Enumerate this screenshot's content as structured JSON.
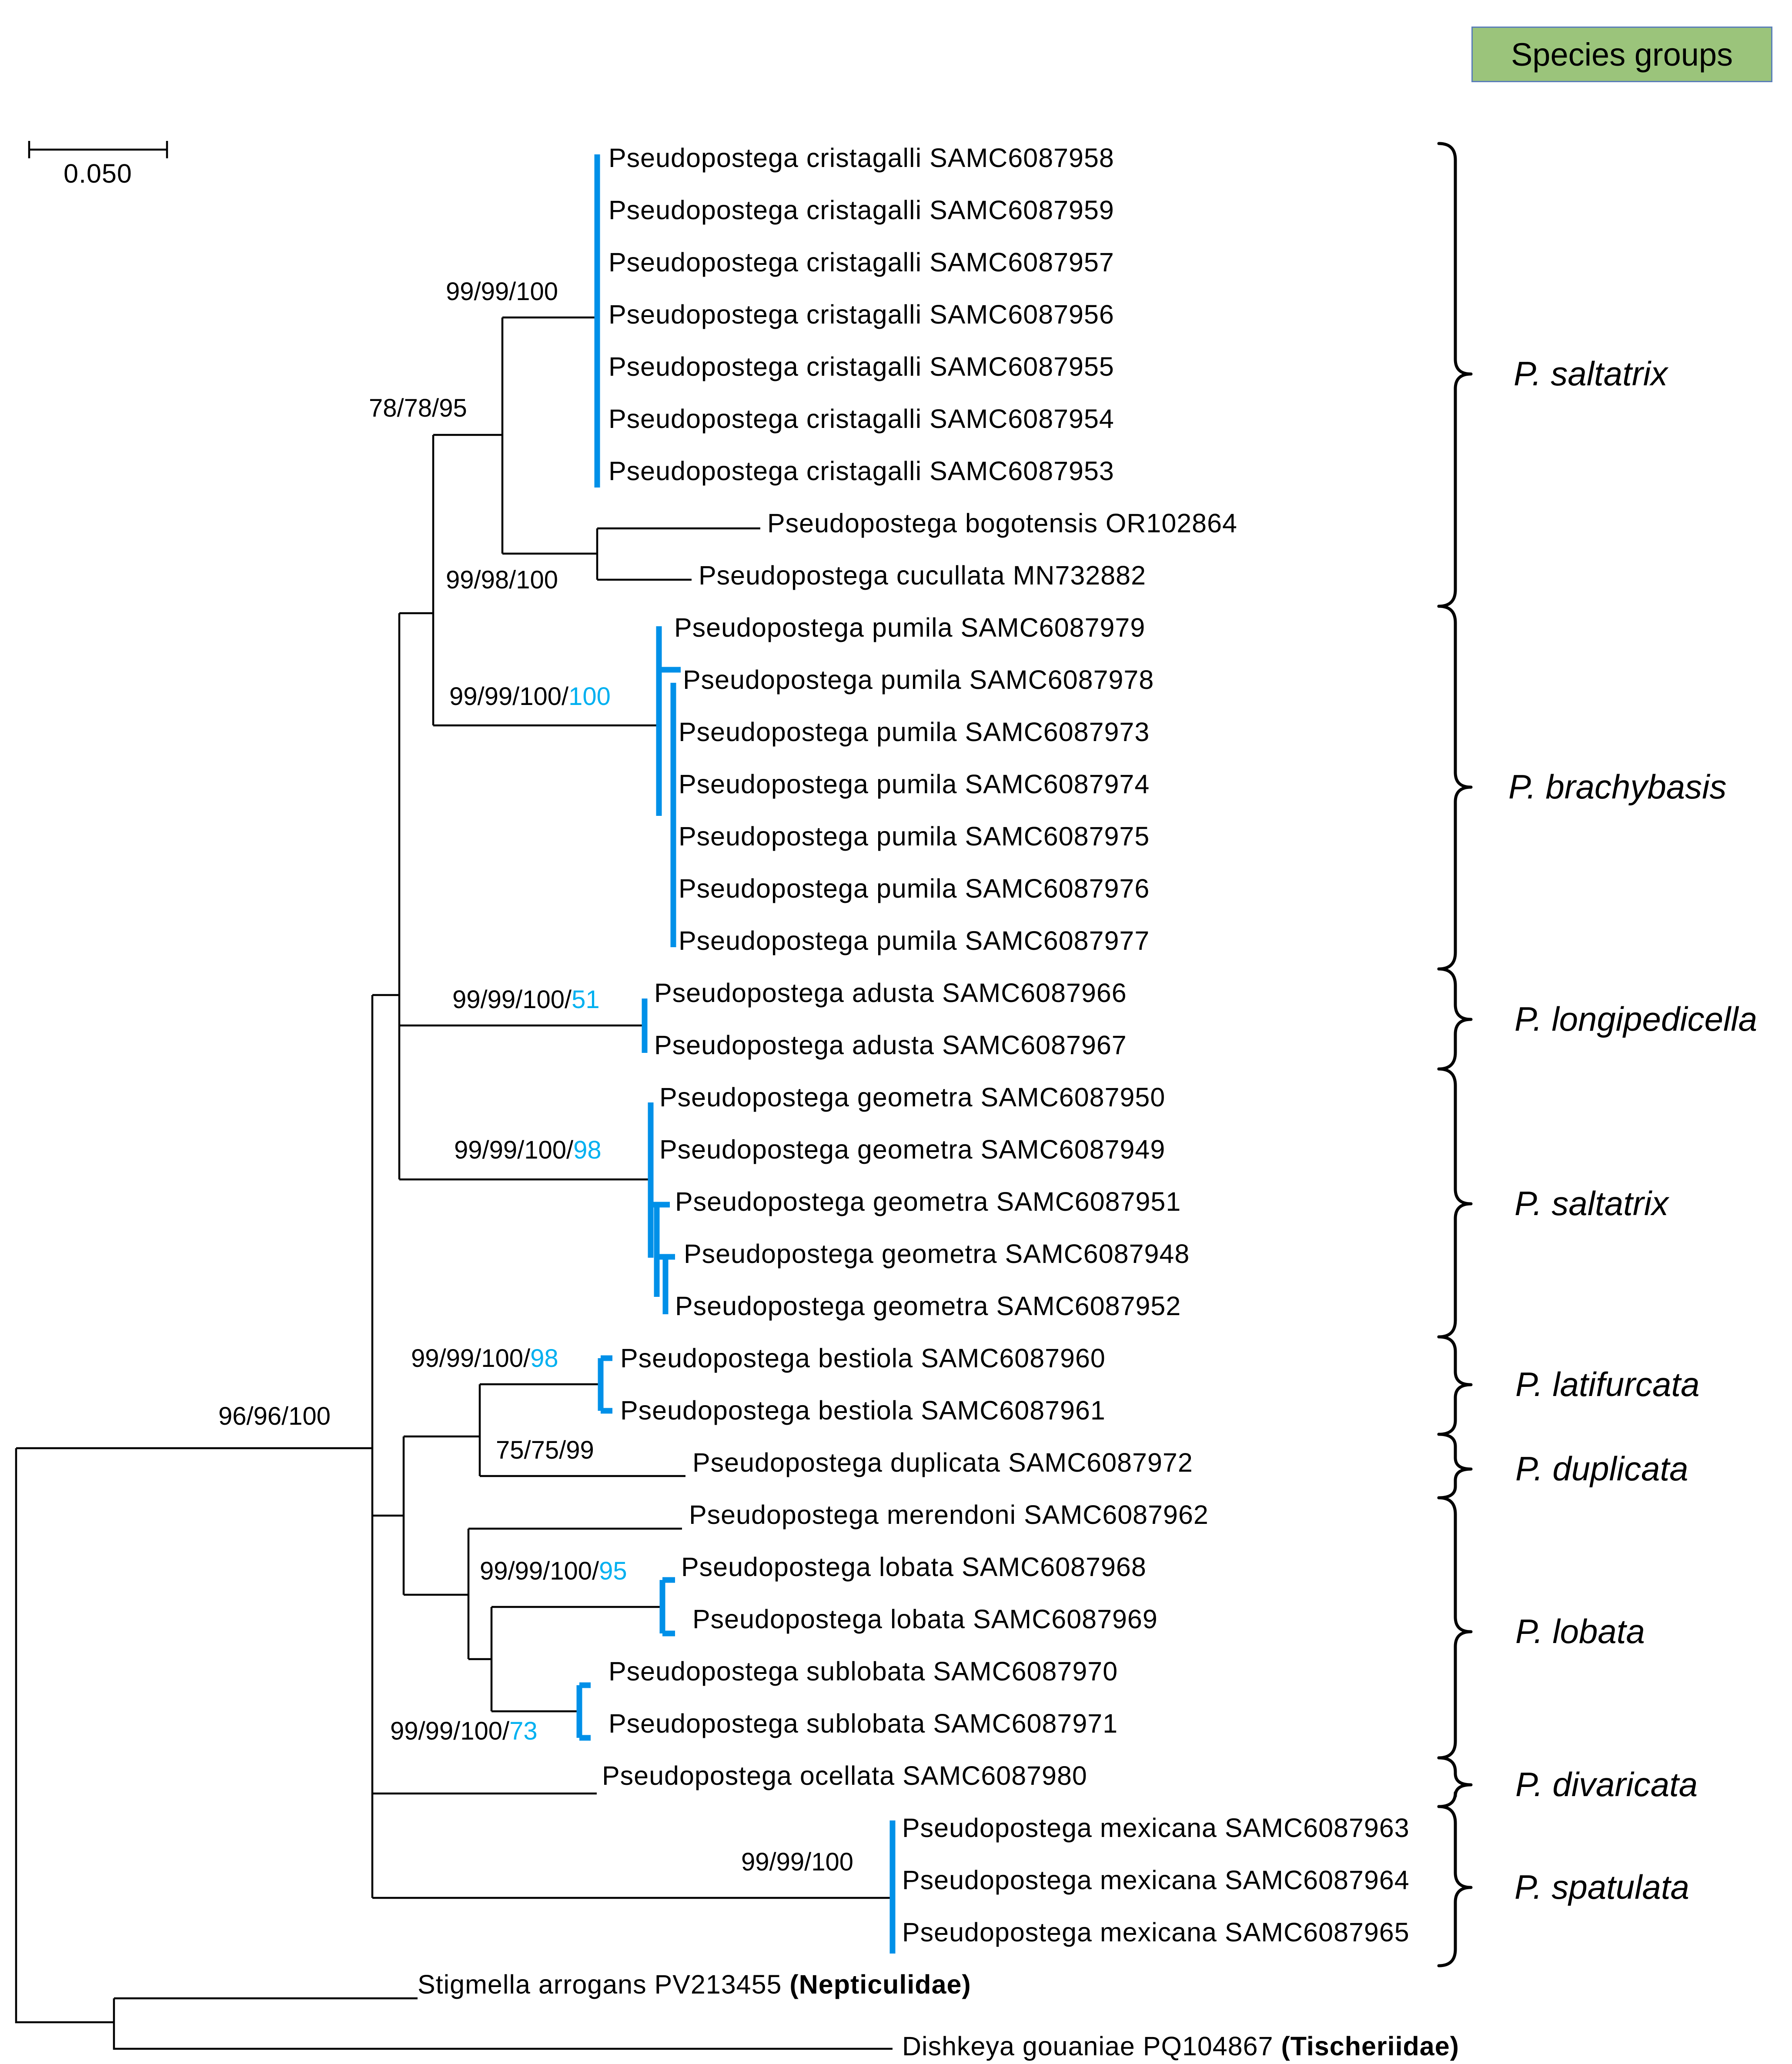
{
  "legend": {
    "title": "Species groups"
  },
  "scale_bar": {
    "label": "0.050",
    "value": 0.05
  },
  "taxa": [
    {
      "label": "Pseudopostega cristagalli SAMC6087958"
    },
    {
      "label": "Pseudopostega cristagalli SAMC6087959"
    },
    {
      "label": "Pseudopostega cristagalli SAMC6087957"
    },
    {
      "label": "Pseudopostega cristagalli SAMC6087956"
    },
    {
      "label": "Pseudopostega cristagalli SAMC6087955"
    },
    {
      "label": "Pseudopostega cristagalli SAMC6087954"
    },
    {
      "label": "Pseudopostega cristagalli SAMC6087953"
    },
    {
      "label": "Pseudopostega bogotensis OR102864"
    },
    {
      "label": "Pseudopostega cucullata MN732882"
    },
    {
      "label": "Pseudopostega pumila SAMC6087979"
    },
    {
      "label": "Pseudopostega pumila SAMC6087978"
    },
    {
      "label": "Pseudopostega pumila SAMC6087973"
    },
    {
      "label": "Pseudopostega pumila SAMC6087974"
    },
    {
      "label": "Pseudopostega pumila SAMC6087975"
    },
    {
      "label": "Pseudopostega pumila SAMC6087976"
    },
    {
      "label": "Pseudopostega pumila SAMC6087977"
    },
    {
      "label": "Pseudopostega adusta SAMC6087966"
    },
    {
      "label": "Pseudopostega adusta SAMC6087967"
    },
    {
      "label": "Pseudopostega geometra SAMC6087950"
    },
    {
      "label": "Pseudopostega geometra SAMC6087949"
    },
    {
      "label": "Pseudopostega geometra SAMC6087951"
    },
    {
      "label": "Pseudopostega geometra SAMC6087948"
    },
    {
      "label": "Pseudopostega geometra SAMC6087952"
    },
    {
      "label": "Pseudopostega bestiola  SAMC6087960"
    },
    {
      "label": "Pseudopostega bestiola SAMC6087961"
    },
    {
      "label": "Pseudopostega duplicata SAMC6087972"
    },
    {
      "label": "Pseudopostega merendoni SAMC6087962"
    },
    {
      "label": "Pseudopostega lobata SAMC6087968"
    },
    {
      "label": "Pseudopostega lobata SAMC6087969"
    },
    {
      "label": "Pseudopostega sublobata SAMC6087970"
    },
    {
      "label": "Pseudopostega sublobata SAMC6087971"
    },
    {
      "label": "Pseudopostega ocellata SAMC6087980"
    },
    {
      "label": "Pseudopostega mexicana SAMC6087963"
    },
    {
      "label": "Pseudopostega mexicana SAMC6087964"
    },
    {
      "label": "Pseudopostega mexicana SAMC6087965"
    },
    {
      "label": "Stigmella arrogans PV213455 ",
      "bold_suffix": "(Nepticulidae)"
    },
    {
      "label": "Dishkeya gouaniae PQ104867 ",
      "bold_suffix": "(Tischeriidae)"
    }
  ],
  "supports": [
    {
      "text": "99/99/100",
      "extra": ""
    },
    {
      "text": "78/78/95",
      "extra": ""
    },
    {
      "text": "99/98/100",
      "extra": ""
    },
    {
      "text": "99/99/100/",
      "extra": "100"
    },
    {
      "text": "99/99/100/",
      "extra": "51"
    },
    {
      "text": "99/99/100/",
      "extra": "98"
    },
    {
      "text": "99/99/100/",
      "extra": "98"
    },
    {
      "text": "75/75/99",
      "extra": ""
    },
    {
      "text": "99/99/100/",
      "extra": "95"
    },
    {
      "text": "99/99/100/",
      "extra": "73"
    },
    {
      "text": "99/99/100",
      "extra": ""
    },
    {
      "text": "96/96/100",
      "extra": ""
    }
  ],
  "species_groups": [
    {
      "name": "P. saltatrix"
    },
    {
      "name": "P. brachybasis"
    },
    {
      "name": "P. longipedicella"
    },
    {
      "name": "P. saltatrix"
    },
    {
      "name": "P. latifurcata"
    },
    {
      "name": "P. duplicata"
    },
    {
      "name": "P. lobata"
    },
    {
      "name": "P. divaricata"
    },
    {
      "name": "P. spatulata"
    }
  ],
  "colors": {
    "highlight": "#00b0f0",
    "legend_fill": "#9bc47b"
  }
}
